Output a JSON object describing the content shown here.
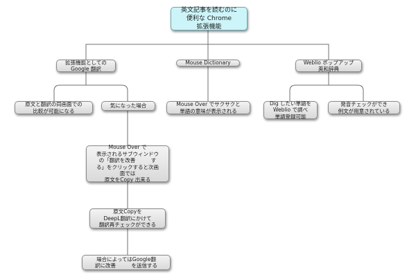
{
  "nodes": {
    "root": "英文記事を読むのに\n便利な Chrome\n拡張機能",
    "google": "拡張機能としての\nGoogle 翻訳",
    "mouse_dictionary": "Mouse Dictionary",
    "weblio": "Weblio ポップアップ\n英和辞典",
    "compare": "原文と翻訳の同画面での\n比較が可能になる",
    "curious": "気になった場合",
    "mouseover_word": "Mouse Over でサクサクと\n単語の意味が表示される",
    "dig_word": "Dig したい単語を\nWeblio で調べ\n単語登録可能",
    "pronunciation": "発音チェックができ\n例文が用意されている",
    "subwindow": "Mouse Over で\n表示されるサブウィンドウ\nの「翻訳を改善　　　す\nる」をクリックすると次画\n面では\n原文をCopy 出来る",
    "deepl": "原文Copyを\nDeepL翻訳にかけて\n翻訳再チェックができる",
    "improve": "場合によってはGoogle翻\n訳に改善　　　を送信する"
  }
}
